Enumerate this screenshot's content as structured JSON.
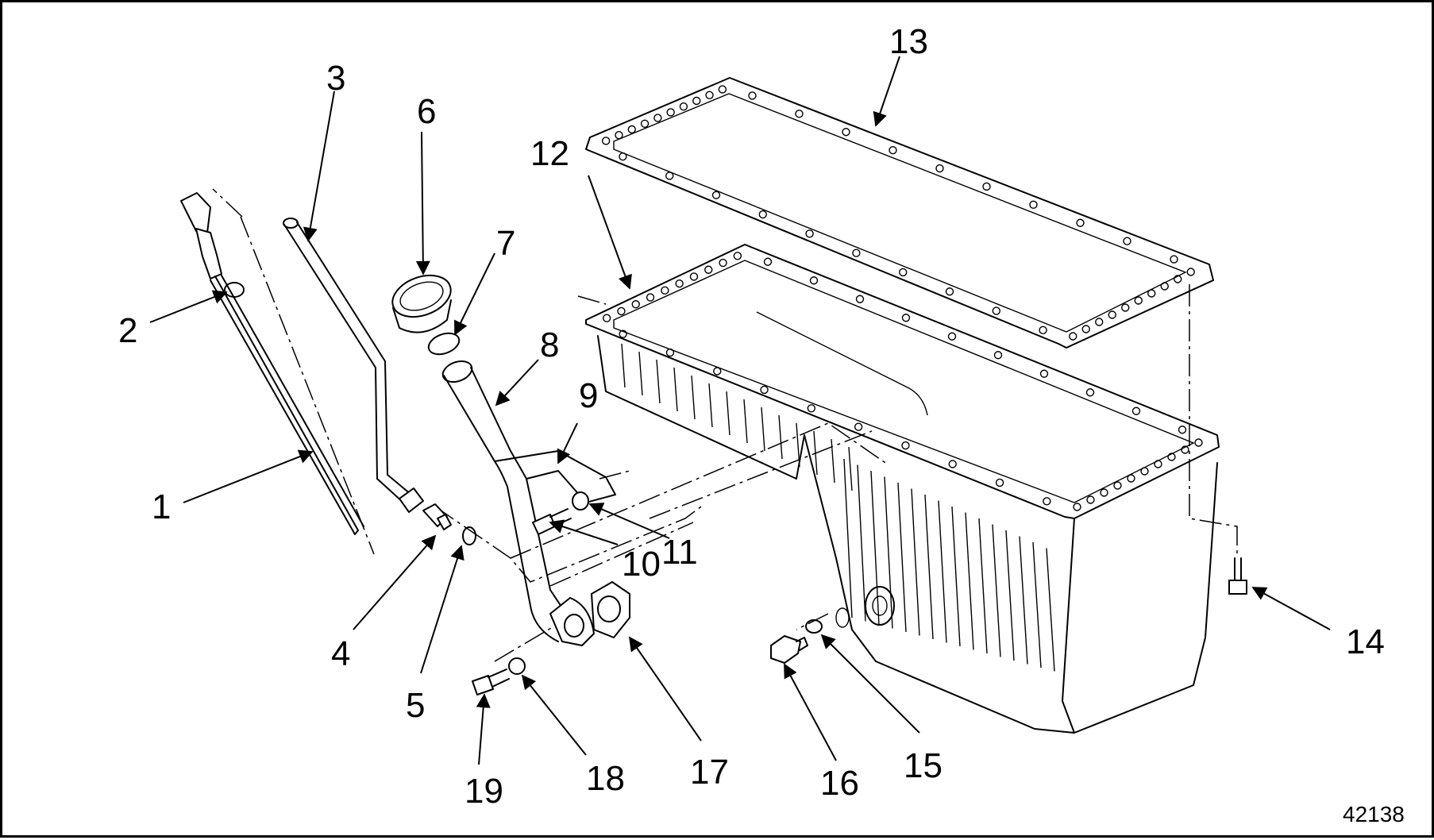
{
  "figure_number": "42138",
  "callouts": [
    "1",
    "2",
    "3",
    "4",
    "5",
    "6",
    "7",
    "8",
    "9",
    "10",
    "11",
    "12",
    "13",
    "14",
    "15",
    "16",
    "17",
    "18",
    "19"
  ]
}
